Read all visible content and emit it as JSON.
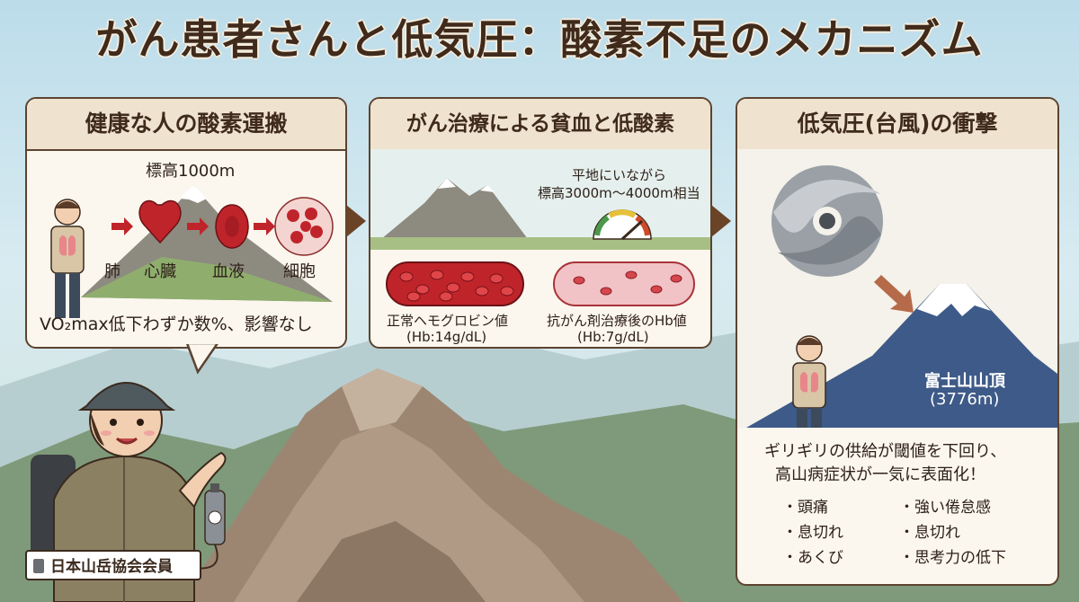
{
  "title": "がん患者さんと低気圧：酸素不足のメカニズム",
  "panel1": {
    "heading": "健康な人の酸素運搬",
    "altitude_label": "標高1000m",
    "organs": [
      "肺",
      "心臓",
      "血液",
      "細胞"
    ],
    "caption": "VO₂max低下わずか数%、影響なし"
  },
  "panel2": {
    "heading": "がん治療による貧血と低酸素",
    "equiv_line1": "平地にいながら",
    "equiv_line2": "標高3000m〜4000m相当",
    "normal_label": "正常ヘモグロビン値",
    "normal_value": "(Hb:14g/dL)",
    "anemia_label": "抗がん剤治療後のHb値",
    "anemia_value": "(Hb:7g/dL)"
  },
  "panel3": {
    "heading": "低気圧(台風)の衝撃",
    "summit_name": "富士山山頂",
    "summit_height": "(3776m)",
    "statement_line1": "ギリギリの供給が閾値を下回り、",
    "statement_line2": "高山病症状が一気に表面化！",
    "symptoms_left": [
      "・頭痛",
      "・息切れ",
      "・あくび"
    ],
    "symptoms_right": [
      "・強い倦怠感",
      "・息切れ",
      "・思考力の低下"
    ]
  },
  "guide_badge": "日本山岳協会会員",
  "colors": {
    "panel_border": "#5b4330",
    "header_bg": "#efe3cf",
    "arrow": "#6b4428",
    "blood": "#c0242b"
  }
}
